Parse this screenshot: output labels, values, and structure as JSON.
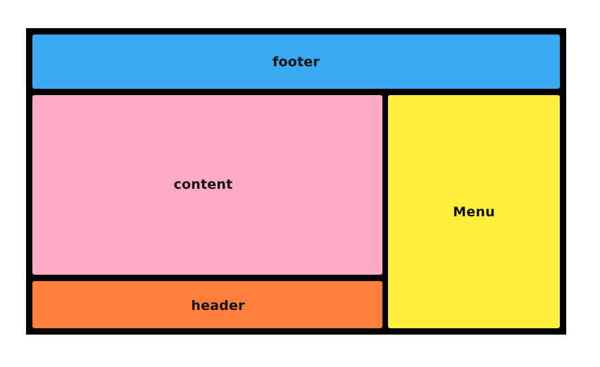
{
  "diagram": {
    "frame_color": "#000000",
    "regions": {
      "footer": {
        "label": "footer",
        "color": "#3aa8f3"
      },
      "content": {
        "label": "content",
        "color": "#ffabc5"
      },
      "menu": {
        "label": "Menu",
        "color": "#ffef3a"
      },
      "header": {
        "label": "header",
        "color": "#ff7f3a"
      }
    }
  }
}
